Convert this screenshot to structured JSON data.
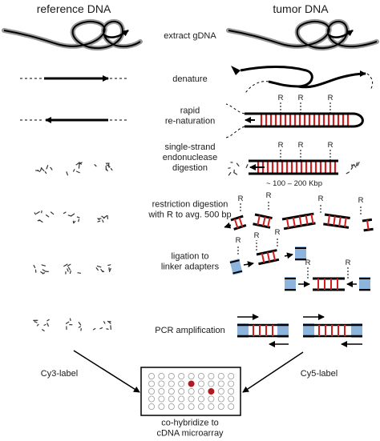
{
  "headers": {
    "reference": "reference DNA",
    "tumor": "tumor DNA"
  },
  "steps": [
    {
      "id": "extract",
      "lines": [
        "extract gDNA"
      ]
    },
    {
      "id": "denature",
      "lines": [
        "denature"
      ]
    },
    {
      "id": "renature",
      "lines": [
        "rapid",
        "re-naturation"
      ]
    },
    {
      "id": "nuclease",
      "lines": [
        "single-strand",
        "endonuclease",
        "digestion"
      ]
    },
    {
      "id": "restriction",
      "lines": [
        "restriction digestion",
        "with R to avg. 500 bp"
      ]
    },
    {
      "id": "ligation",
      "lines": [
        "ligation to",
        "linker adapters"
      ]
    },
    {
      "id": "pcr",
      "lines": [
        "PCR amplification"
      ]
    },
    {
      "id": "hybridize",
      "lines": [
        "co-hybridize to",
        "cDNA microarray"
      ]
    }
  ],
  "labels": {
    "site": "R",
    "size": "~ 100 – 200 Kbp",
    "cy3": "Cy3-label",
    "cy5": "Cy5-label"
  },
  "colors": {
    "rung": "#d21e1e",
    "adapter": "#8db4dc",
    "spot_marked": "#b0191e",
    "ink": "#000000"
  }
}
